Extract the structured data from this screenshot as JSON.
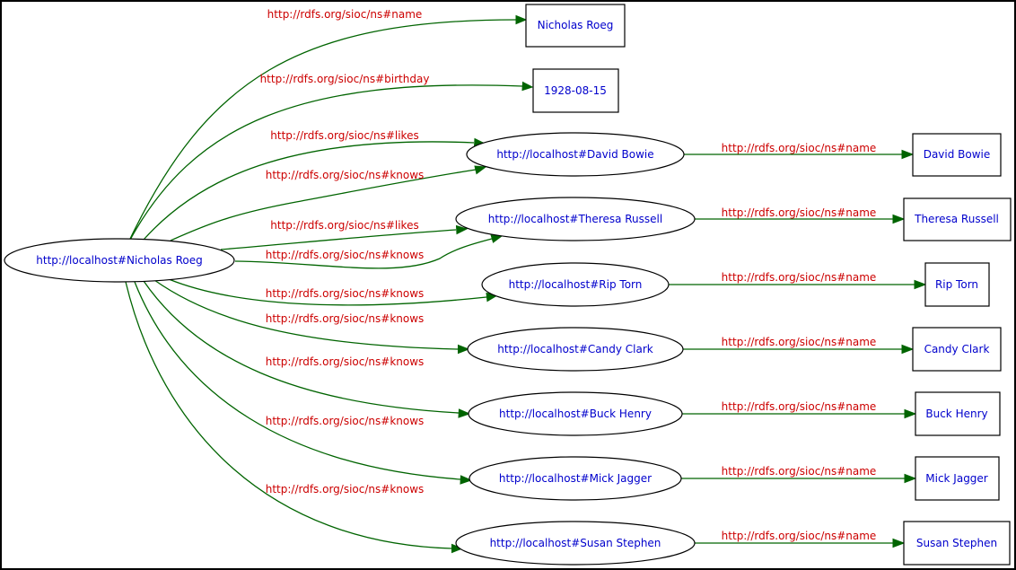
{
  "graph": {
    "nodes": {
      "roeg_uri": "http://localhost#Nicholas Roeg",
      "roeg_name": "Nicholas Roeg",
      "roeg_birthday": "1928-08-15",
      "bowie_uri": "http://localhost#David Bowie",
      "bowie_name": "David Bowie",
      "russell_uri": "http://localhost#Theresa Russell",
      "russell_name": "Theresa Russell",
      "torn_uri": "http://localhost#Rip Torn",
      "torn_name": "Rip Torn",
      "clark_uri": "http://localhost#Candy Clark",
      "clark_name": "Candy Clark",
      "henry_uri": "http://localhost#Buck Henry",
      "henry_name": "Buck Henry",
      "jagger_uri": "http://localhost#Mick Jagger",
      "jagger_name": "Mick Jagger",
      "stephen_uri": "http://localhost#Susan Stephen",
      "stephen_name": "Susan Stephen"
    },
    "edges": {
      "roeg_name": "http://rdfs.org/sioc/ns#name",
      "roeg_birthday": "http://rdfs.org/sioc/ns#birthday",
      "roeg_likes_bowie": "http://rdfs.org/sioc/ns#likes",
      "roeg_knows_bowie": "http://rdfs.org/sioc/ns#knows",
      "roeg_likes_russell": "http://rdfs.org/sioc/ns#likes",
      "roeg_knows_russell": "http://rdfs.org/sioc/ns#knows",
      "roeg_knows_torn": "http://rdfs.org/sioc/ns#knows",
      "roeg_knows_clark": "http://rdfs.org/sioc/ns#knows",
      "roeg_knows_henry": "http://rdfs.org/sioc/ns#knows",
      "roeg_knows_jagger": "http://rdfs.org/sioc/ns#knows",
      "roeg_knows_stephen": "http://rdfs.org/sioc/ns#knows",
      "bowie_name": "http://rdfs.org/sioc/ns#name",
      "russell_name": "http://rdfs.org/sioc/ns#name",
      "torn_name": "http://rdfs.org/sioc/ns#name",
      "clark_name": "http://rdfs.org/sioc/ns#name",
      "henry_name": "http://rdfs.org/sioc/ns#name",
      "jagger_name": "http://rdfs.org/sioc/ns#name",
      "stephen_name": "http://rdfs.org/sioc/ns#name"
    },
    "colors": {
      "edge": "#006400",
      "edge_label": "#cc0000",
      "node_label": "#0000cc",
      "border": "#000000"
    }
  }
}
